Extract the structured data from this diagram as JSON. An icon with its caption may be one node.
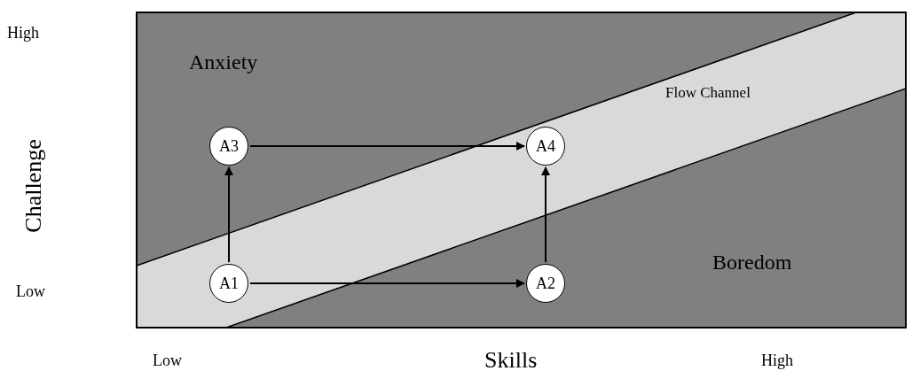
{
  "diagram": {
    "nodes": [
      {
        "text": [
          "A3"
        ]
      },
      {
        "text": [
          "A4"
        ]
      },
      {
        "text": [
          "A1"
        ]
      },
      {
        "text": [
          "A2"
        ]
      }
    ],
    "edges": [
      {
        "from": 0,
        "to": 1,
        "arrow": "to"
      },
      {
        "from": 2,
        "to": 0,
        "arrow": "to"
      },
      {
        "from": 2,
        "to": 3,
        "arrow": "to"
      },
      {
        "from": 3,
        "to": 1,
        "arrow": "to"
      }
    ],
    "labels": [
      "High",
      "Anxiety",
      "Flow Channel",
      "Challenge",
      "Boredom",
      "Low",
      "Low",
      "Skills",
      "High"
    ]
  }
}
